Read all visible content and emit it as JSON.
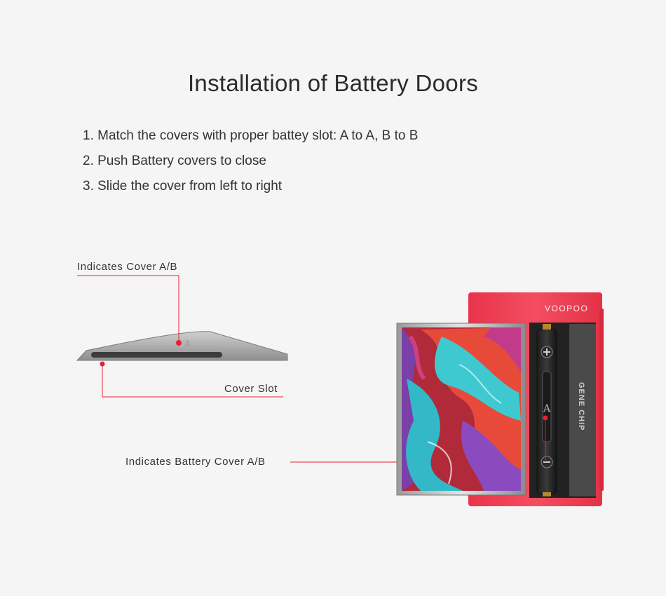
{
  "title": "Installation of Battery Doors",
  "steps": [
    "1.  Match the covers with proper battey slot: A to A, B to B",
    "2. Push Battery covers to close",
    "3. Slide the cover from left to right"
  ],
  "callouts": {
    "cover_ab": "Indicates Cover A/B",
    "cover_slot": "Cover Slot",
    "battery_cover_ab": "Indicates Battery Cover A/B"
  },
  "device": {
    "brand": "VOOPOO",
    "chip_label": "GENE CHIP",
    "battery_letter": "A",
    "cover_letter": "A"
  },
  "colors": {
    "accent": "#e8202f",
    "device_body": "#f2455a",
    "background": "#f6f5f5"
  }
}
